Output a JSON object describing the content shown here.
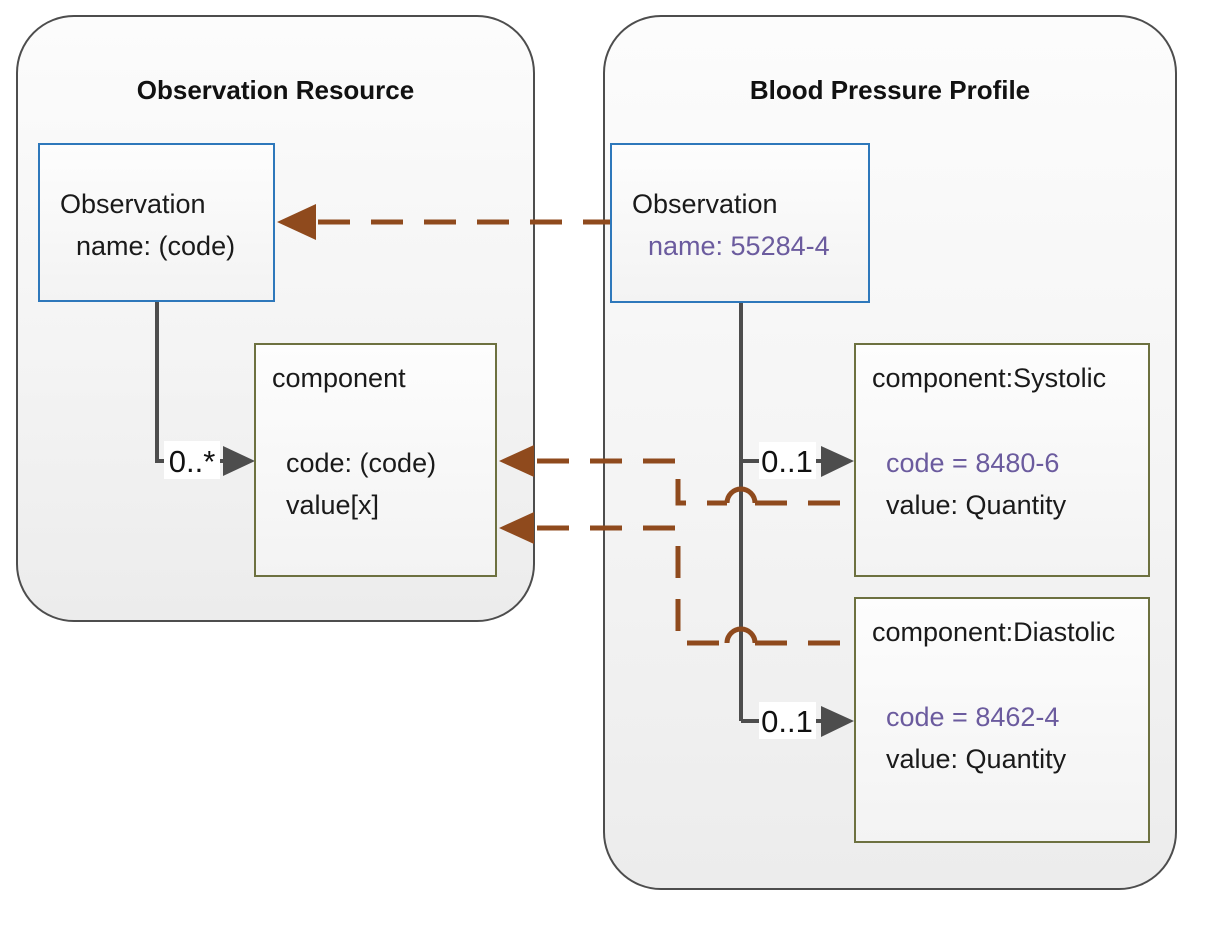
{
  "panels": {
    "left": {
      "title": "Observation Resource",
      "observation": {
        "name": "Observation",
        "attr_name": "name: (code)"
      },
      "component": {
        "name": "component",
        "attr_code": "code: (code)",
        "attr_value": "value[x]"
      },
      "multiplicity": "0..*"
    },
    "right": {
      "title": "Blood Pressure Profile",
      "observation": {
        "name": "Observation",
        "attr_name": "name: 55284-4"
      },
      "systolic": {
        "name": "component:Systolic",
        "attr_code": "code = 8480-6",
        "attr_value": "value: Quantity"
      },
      "diastolic": {
        "name": "component:Diastolic",
        "attr_code": "code = 8462-4",
        "attr_value": "value: Quantity"
      },
      "multiplicity_systolic": "0..1",
      "multiplicity_diastolic": "0..1"
    }
  },
  "colors": {
    "panel_border": "#4d4d4d",
    "blue_box_border": "#2e78bb",
    "olive_box_border": "#6d7140",
    "connector_gray": "#4d4d4d",
    "mapping_brown": "#8f4a1d",
    "code_purple": "#6b5b9e",
    "text": "#1a1a1a"
  }
}
